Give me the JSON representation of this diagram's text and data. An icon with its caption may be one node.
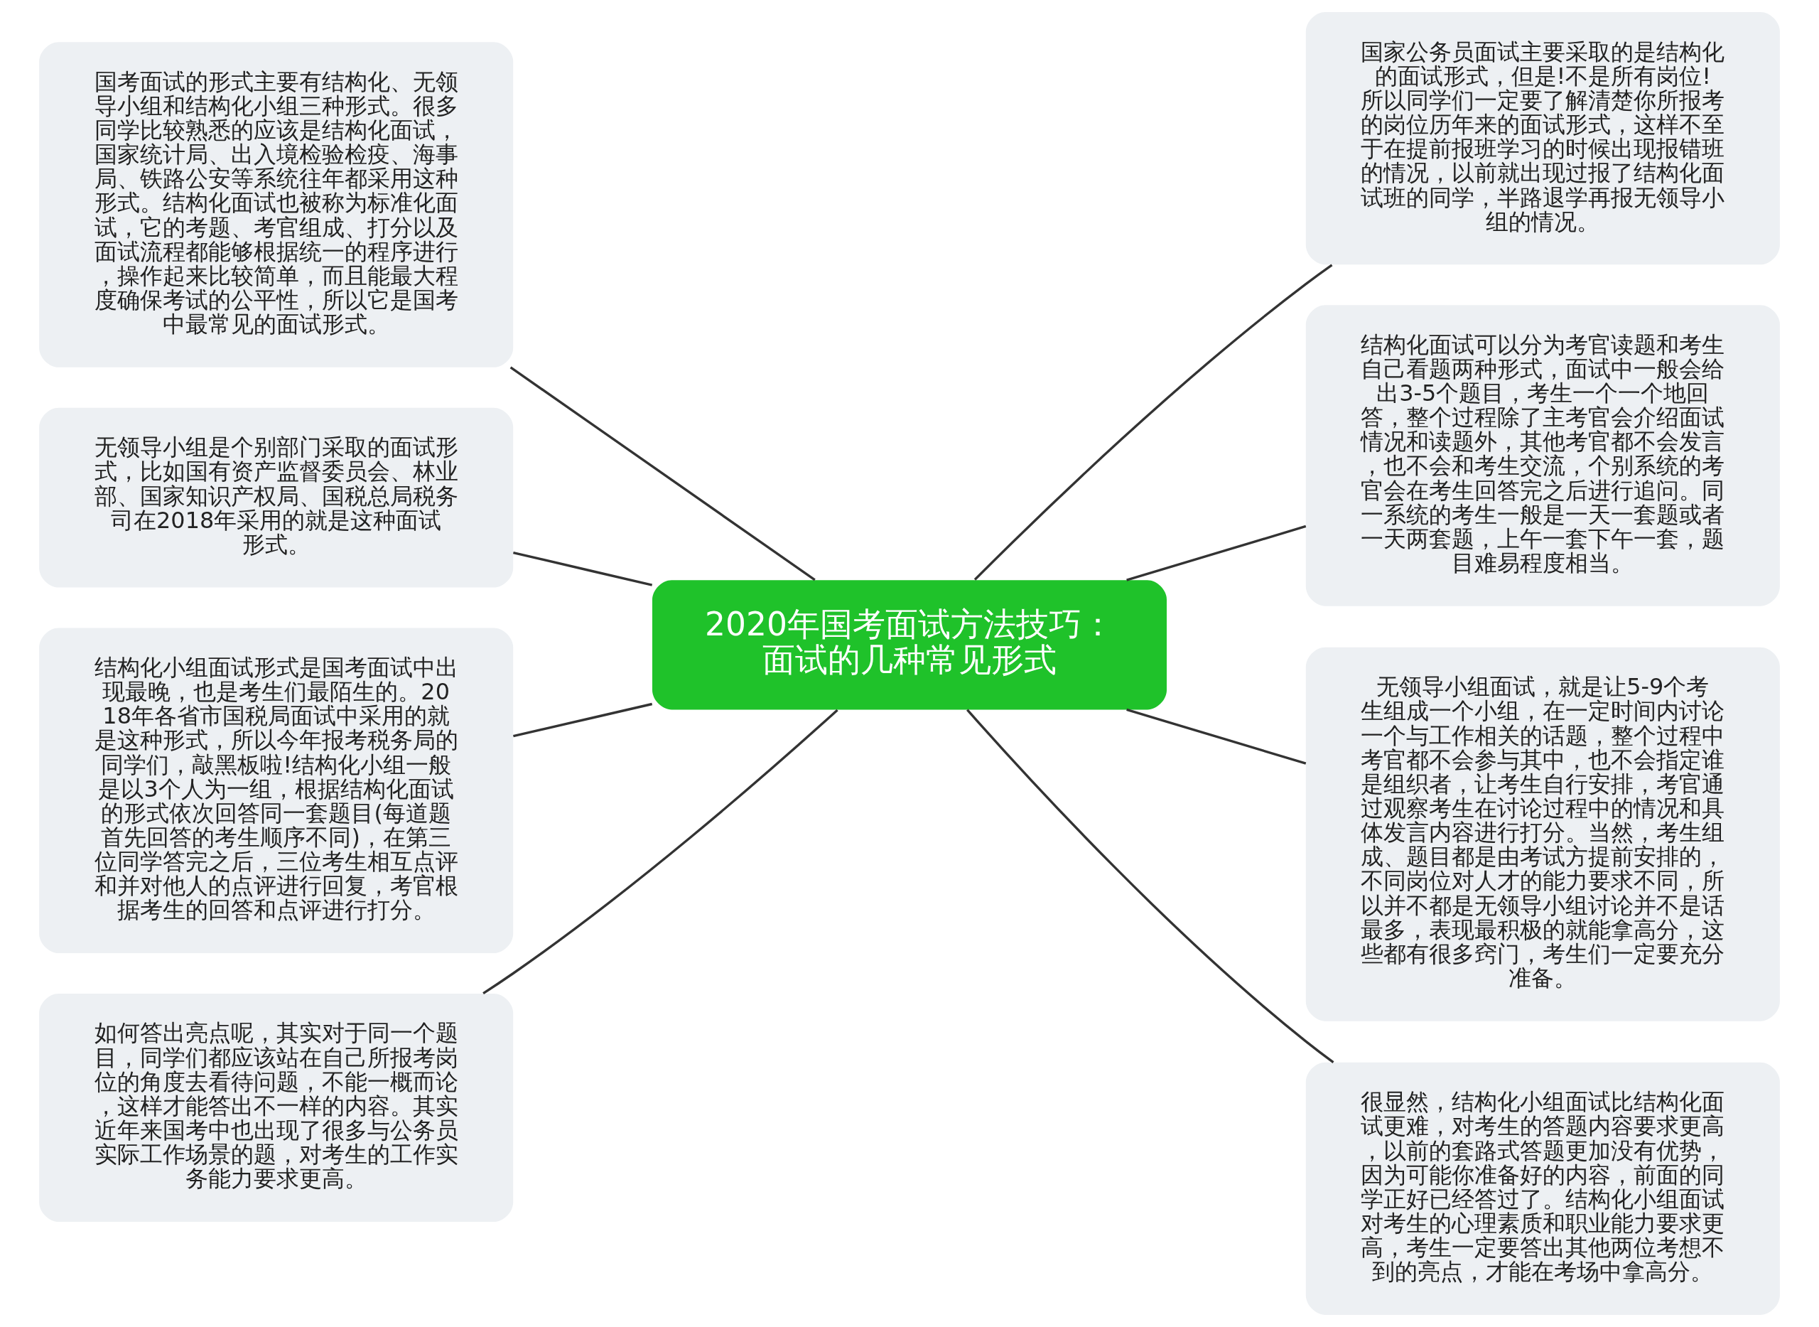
{
  "diagram": {
    "nodes": [
      {
        "text": [
          "2020年国考面试方法技巧：面试的几种常见形式"
        ]
      },
      {
        "text": [
          "国考面试的形式主要有结构化、无领导小组和结构化小组三种形式。很多同学比较熟悉的应该是结构化面试，国家统计局、出入境检验检疫、海事局、铁路公安等系统往年都采用这种形式。结构化面试也被称为标准化面试，它的考题、考官组成、打分以及面试流程都能够根据统一的程序进行，操作起来比较简单，而且能最大程度确保考试的公平性，所以它是国考中最常见的面试形式。"
        ]
      },
      {
        "text": [
          "无领导小组是个别部门采取的面试形式，比如国有资产监督委员会、林业部、国家知识产权局、国税总局税务司在2018年采用的就是这种面试形式。"
        ]
      },
      {
        "text": [
          "结构化小组面试形式是国考面试中出现最晚，也是考生们最陌生的。2018年各省市国税局面试中采用的就是这种形式，所以今年报考税务局的同学们，敲黑板啦!结构化小组一般是以3个人为一组，根据结构化面试的形式依次回答同一套题目(每道题首先回答的考生顺序不同)，在第三位同学答完之后，三位考生相互点评和并对他人的点评进行回复，考官根据考生的回答和点评进行打分。"
        ]
      },
      {
        "text": [
          "如何答出亮点呢，其实对于同一个题目，同学们都应该站在自己所报考岗位的角度去看待问题，不能一概而论，这样才能答出不一样的内容。其实近年来国考中也出现了很多与公务员实际工作场景的题，对考生的工作实务能力要求更高。"
        ]
      },
      {
        "text": [
          "国家公务员面试主要采取的是结构化的面试形式，但是!不是所有岗位!所以同学们一定要了解清楚你所报考的岗位历年来的面试形式，这样不至于在提前报班学习的时候出现报错班的情况，以前就出现过报了结构化面试班的同学，半路退学再报无领导小组的情况。"
        ]
      },
      {
        "text": [
          "结构化面试可以分为考官读题和考生自己看题两种形式，面试中一般会给出3-5个题目，考生一个一个地回答，整个过程除了主考官会介绍面试情况和读题外，其他考官都不会发言，也不会和考生交流，个别系统的考官会在考生回答完之后进行追问。同一系统的考生一般是一天一套题或者一天两套题，上午一套下午一套，题目难易程度相当。"
        ]
      },
      {
        "text": [
          "无领导小组面试，就是让5-9个考生组成一个小组，在一定时间内讨论一个与工作相关的话题，整个过程中考官都不会参与其中，也不会指定谁是组织者，让考生自行安排，考官通过观察考生在讨论过程中的情况和具体发言内容进行打分。当然，考生组成、题目都是由考试方提前安排的，不同岗位对人才的能力要求不同，所以并不都是无领导小组讨论并不是话最多，表现最积极的就能拿高分，这些都有很多窍门，考生们一定要充分准备。"
        ]
      },
      {
        "text": [
          "很显然，结构化小组面试比结构化面试更难，对考生的答题内容要求更高，以前的套路式答题更加没有优势，因为可能你准备好的内容，前面的同学正好已经答过了。结构化小组面试对考生的心理素质和职业能力要求更高，考生一定要答出其他两位考想不到的亮点，才能在考场中拿高分。"
        ]
      }
    ],
    "edges": [
      {
        "from": 1,
        "to": 0,
        "arrow": "none"
      },
      {
        "from": 2,
        "to": 0,
        "arrow": "none"
      },
      {
        "from": 3,
        "to": 0,
        "arrow": "none"
      },
      {
        "from": 4,
        "to": 0,
        "arrow": "none"
      },
      {
        "from": 0,
        "to": 5,
        "arrow": "none"
      },
      {
        "from": 0,
        "to": 6,
        "arrow": "none"
      },
      {
        "from": 0,
        "to": 7,
        "arrow": "none"
      },
      {
        "from": 0,
        "to": 8,
        "arrow": "none"
      }
    ]
  }
}
